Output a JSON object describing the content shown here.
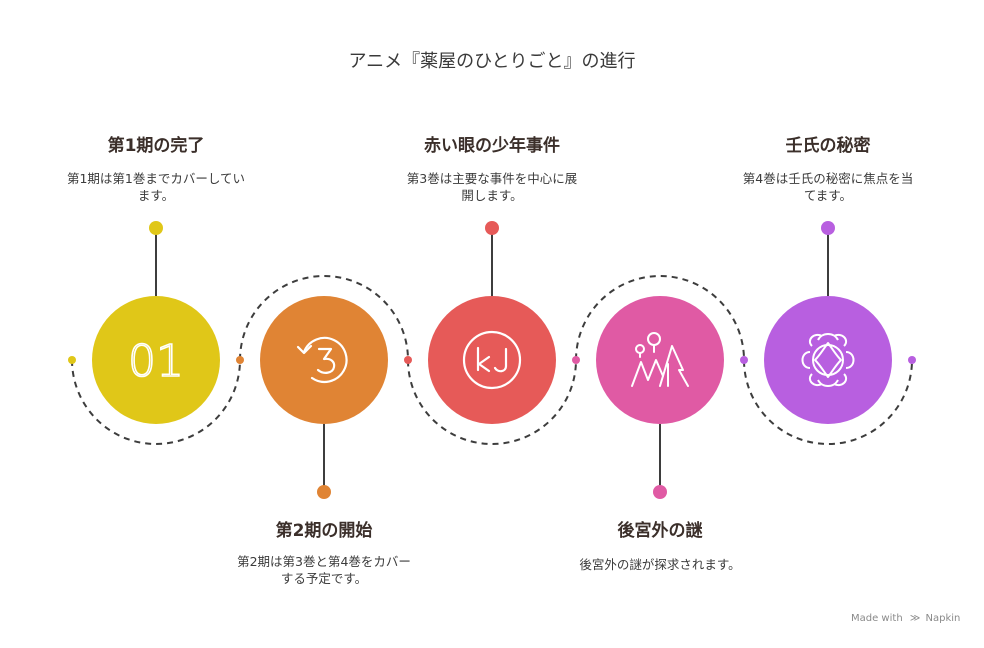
{
  "title": "アニメ『薬屋のひとりごと』の進行",
  "steps": [
    {
      "title": "第1期の完了",
      "desc_lines": [
        "第1期は第1巻までカバーしてい",
        "ます。"
      ],
      "icon_text": "01",
      "icon": "number-01-icon",
      "color": "#e0c718"
    },
    {
      "title": "第2期の開始",
      "desc_lines": [
        "第2期は第3巻と第4巻をカバー",
        "する予定です。"
      ],
      "icon": "rotate-3-icon",
      "color": "#e08434"
    },
    {
      "title": "赤い眼の少年事件",
      "desc_lines": [
        "第3巻は主要な事件を中心に展",
        "開します。"
      ],
      "icon": "kj-badge-icon",
      "color": "#e65a58"
    },
    {
      "title": "後宮外の謎",
      "desc_lines": [
        "後宮外の謎が探求されます。"
      ],
      "icon": "mystery-landscape-icon",
      "color": "#e05aa4"
    },
    {
      "title": "壬氏の秘密",
      "desc_lines": [
        "第4巻は壬氏の秘密に焦点を当",
        "てます。"
      ],
      "icon": "ornate-medallion-icon",
      "color": "#b85fe0"
    }
  ],
  "footer": {
    "made_with": "Made with",
    "brand": "Napkin"
  }
}
